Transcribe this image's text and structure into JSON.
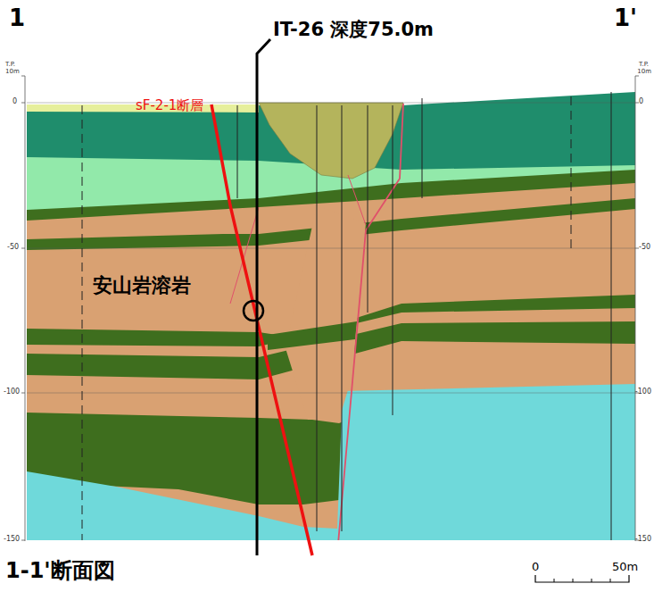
{
  "diagram": {
    "caption": "1-1'断面図",
    "labels": [
      "1",
      "1'",
      "IT-26 深度75.0m",
      "sF-2-1断層",
      "安山岩溶岩",
      "T.P.",
      "10m",
      "0",
      "-50",
      "-100",
      "-150",
      "T.P.",
      "10m",
      "0",
      "-50",
      "-100",
      "-150",
      "0",
      "50m"
    ]
  }
}
